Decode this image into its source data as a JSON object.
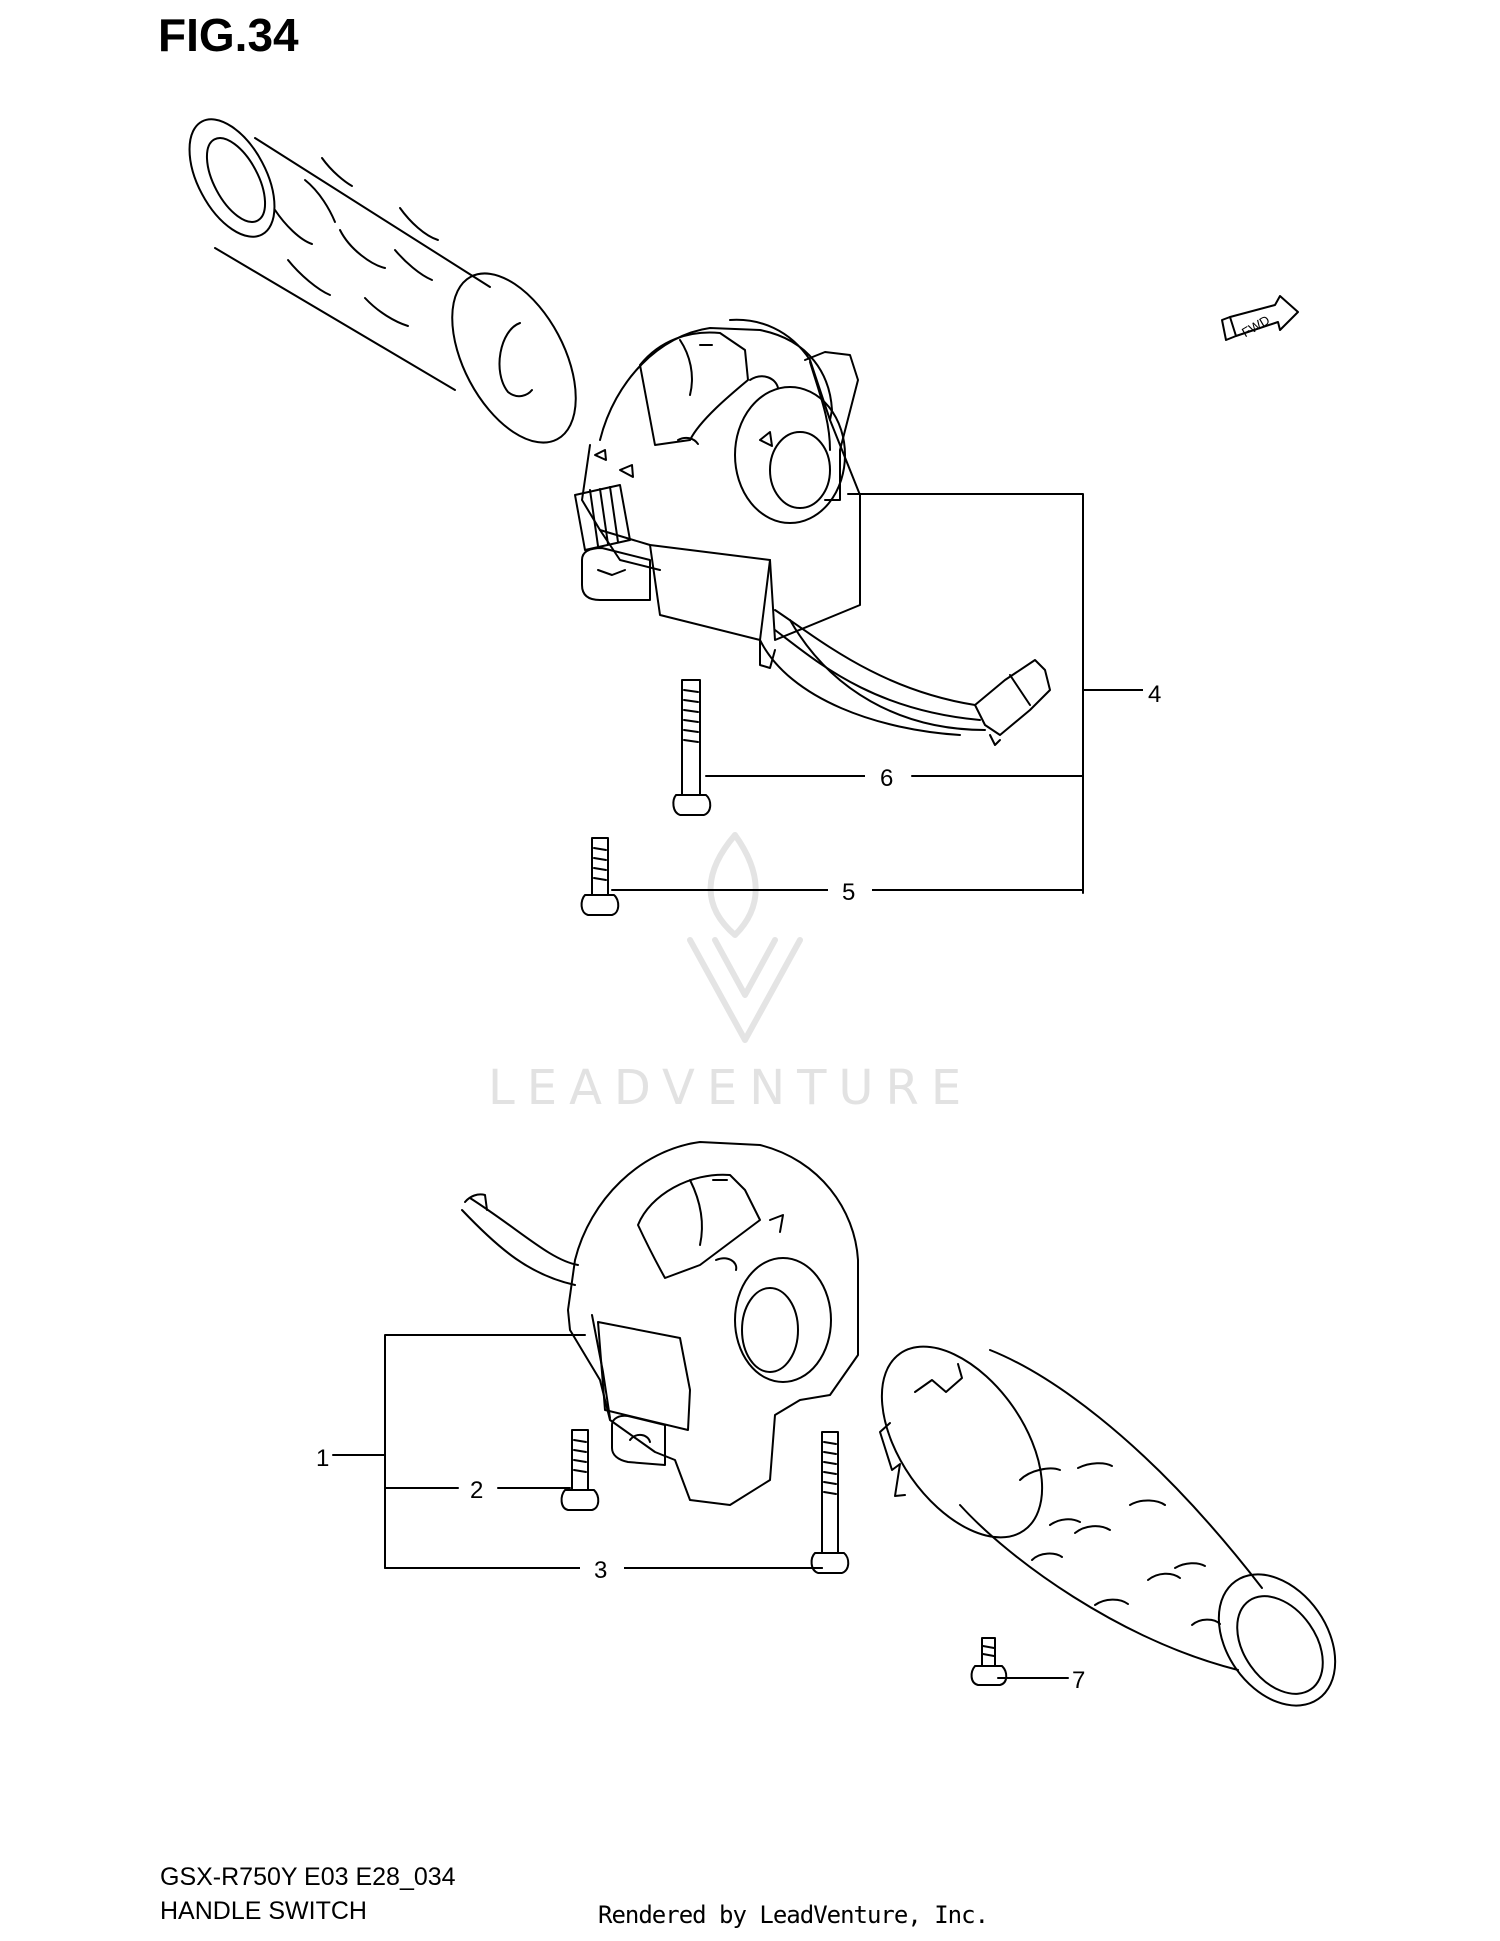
{
  "figure": {
    "title": "FIG.34",
    "model_code": "GSX-R750Y E03 E28_034",
    "section_name": "HANDLE SWITCH",
    "rendered_by": "Rendered by LeadVenture, Inc.",
    "watermark": "LEADVENTURE",
    "fwd_label": "FWD"
  },
  "callouts": [
    {
      "id": "1",
      "label": "1"
    },
    {
      "id": "2",
      "label": "2"
    },
    {
      "id": "3",
      "label": "3"
    },
    {
      "id": "4",
      "label": "4"
    },
    {
      "id": "5",
      "label": "5"
    },
    {
      "id": "6",
      "label": "6"
    },
    {
      "id": "7",
      "label": "7"
    }
  ]
}
